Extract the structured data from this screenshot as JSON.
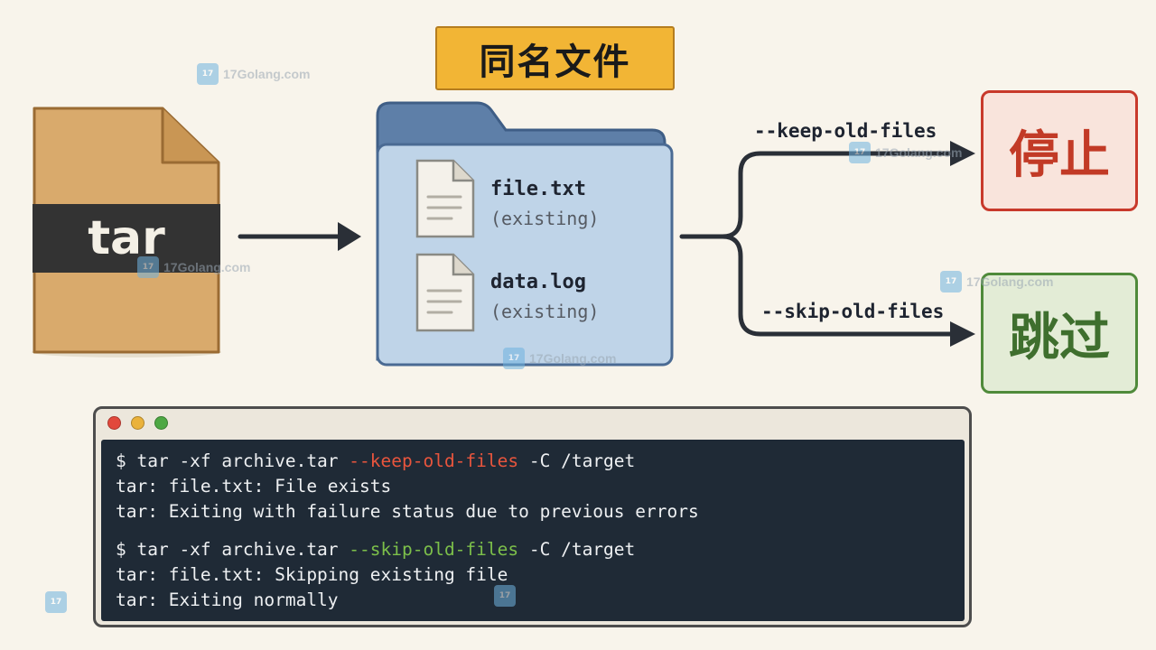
{
  "title": "同名文件",
  "archive": {
    "label": "tar"
  },
  "folder": {
    "files": [
      {
        "name": "file.txt",
        "status": "(existing)"
      },
      {
        "name": "data.log",
        "status": "(existing)"
      }
    ]
  },
  "options": {
    "keep": {
      "flag": "--keep-old-files",
      "result": "停止"
    },
    "skip": {
      "flag": "--skip-old-files",
      "result": "跳过"
    }
  },
  "terminal": {
    "block1": {
      "cmd_prefix": "$ tar -xf archive.tar ",
      "cmd_flag": "--keep-old-files",
      "cmd_suffix": " -C /target",
      "out1": "tar: file.txt: File exists",
      "out2": "tar: Exiting with failure status due to previous errors"
    },
    "block2": {
      "cmd_prefix": "$ tar -xf archive.tar ",
      "cmd_flag": "--skip-old-files",
      "cmd_suffix": " -C /target",
      "out1": "tar: file.txt: Skipping existing file",
      "out2": "tar: Exiting normally"
    }
  },
  "watermark": {
    "text": "17Golang.com",
    "logo": "logo-icon"
  },
  "colors": {
    "title_bg": "#f2b535",
    "stop": "#c23a26",
    "skip": "#3f6f2e",
    "flag_red": "#e8553d",
    "flag_green": "#7cbf4a",
    "terminal_bg": "#1f2a36"
  }
}
